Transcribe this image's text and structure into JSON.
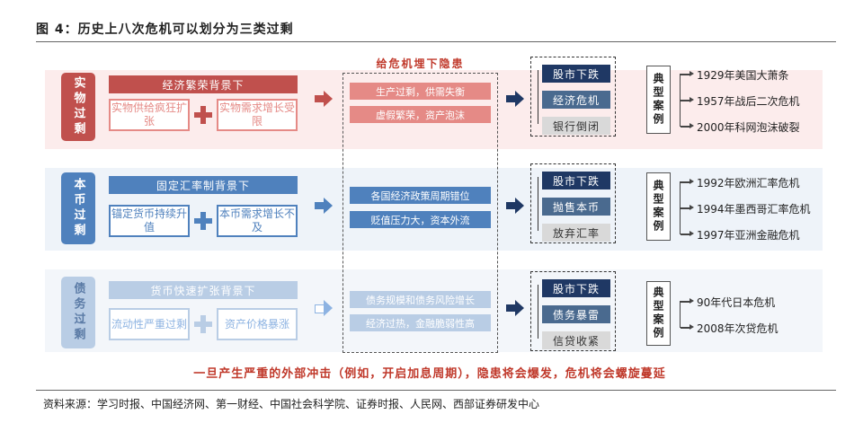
{
  "figure_title": "图 4：历史上八次危机可以划分为三类过剩",
  "source_note": "资料来源：学习时报、中国经济网、第一财经、中国社会科学院、证券时报、人民网、西部证券研发中心",
  "hidden_danger_title": "给危机埋下隐患",
  "footer_note": "一旦产生严重的外部冲击（例如，开启加息周期），隐患将会爆发，危机将会螺旋蔓延",
  "case_tag": "典型案例",
  "colors": {
    "red": "#c0504d",
    "red_light": "#e58a86",
    "blue": "#4f81bd",
    "blue_light": "#8db3e2",
    "blue_pale": "#b9cde5",
    "red_border": "#e58a86",
    "blue_border": "#8db3e2",
    "gray_stage": "#d9d9d9"
  },
  "rows": [
    {
      "tag": "实物过剩",
      "header": "经济繁荣背景下",
      "left": "实物供给疯狂扩张",
      "right": "实物需求增长受限",
      "causes": [
        "生产过剩，供需失衡",
        "虚假繁荣，资产泡沫"
      ],
      "stages": [
        "股市下跌",
        "经济危机",
        "银行倒闭"
      ],
      "cases": [
        "1929年美国大萧条",
        "1957年战后二次危机",
        "2000年科网泡沫破裂"
      ]
    },
    {
      "tag": "本币过剩",
      "header": "固定汇率制背景下",
      "left": "锚定货币持续升值",
      "right": "本币需求增长不及",
      "causes": [
        "各国经济政策周期错位",
        "贬值压力大，资本外流"
      ],
      "stages": [
        "股市下跌",
        "抛售本币",
        "放弃汇率"
      ],
      "cases": [
        "1992年欧洲汇率危机",
        "1994年墨西哥汇率危机",
        "1997年亚洲金融危机"
      ]
    },
    {
      "tag": "债务过剩",
      "header": "货币快速扩张背景下",
      "left": "流动性严重过剩",
      "right": "资产价格暴涨",
      "causes": [
        "债务规模和债务风险增长",
        "经济过热，金融脆弱性高"
      ],
      "stages": [
        "股市下跌",
        "债务暴雷",
        "信贷收紧"
      ],
      "cases": [
        "90年代日本危机",
        "2008年次贷危机"
      ]
    }
  ]
}
